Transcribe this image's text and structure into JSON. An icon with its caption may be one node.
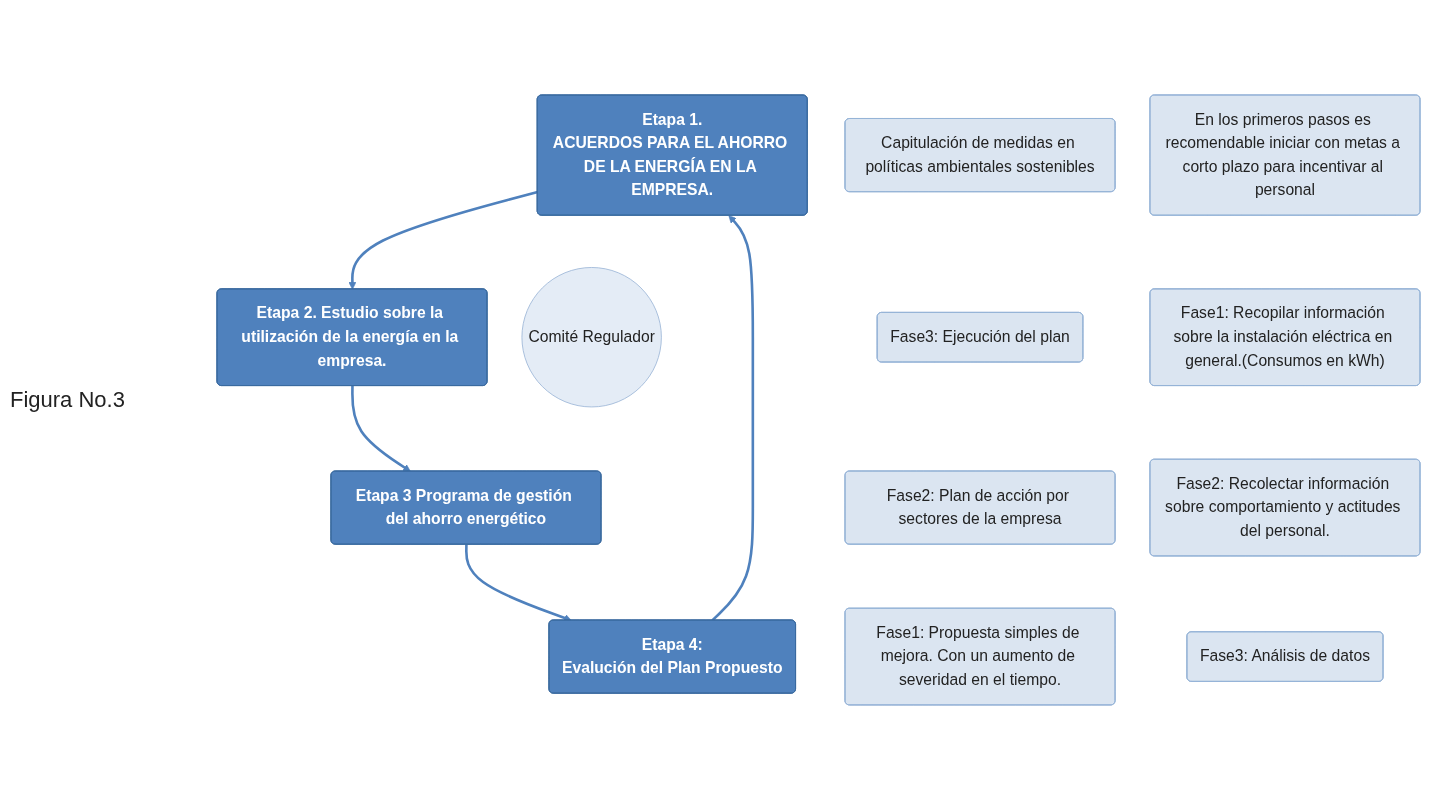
{
  "diagram": {
    "nodes": [
      {
        "text": [
          "Etapa 1.",
          "ACUERDOS PARA EL AHORRO DE LA ENERGÍA EN LA EMPRESA."
        ]
      },
      {
        "text": [
          "Etapa 2. Estudio sobre la utilización de la energía en la empresa."
        ]
      },
      {
        "text": [
          "Etapa 3 Programa de gestión del ahorro energético"
        ]
      },
      {
        "text": [
          "Etapa 4:",
          "Evalución del Plan Propuesto"
        ]
      },
      {
        "text": [
          "Comité Regulador"
        ]
      },
      {
        "text": [
          "Capitulación de medidas en políticas ambientales sostenibles"
        ]
      },
      {
        "text": [
          "En los primeros pasos es recomendable iniciar con metas a corto plazo para incentivar al personal"
        ]
      },
      {
        "text": [
          "Fase1: Recopilar información sobre la instalación eléctrica en general.(Consumos en kWh)"
        ]
      },
      {
        "text": [
          "Fase2: Recolectar información sobre comportamiento y actitudes del personal."
        ]
      },
      {
        "text": [
          "Fase3: Análisis de datos"
        ]
      },
      {
        "text": [
          "Fase1: Propuesta simples de mejora. Con un aumento de severidad en el tiempo."
        ]
      },
      {
        "text": [
          "Fase2: Plan de acción por sectores de la empresa"
        ]
      },
      {
        "text": [
          "Fase3: Ejecución del plan"
        ]
      }
    ],
    "edges": [
      {
        "from": 0,
        "to": 1,
        "arrow": "to"
      },
      {
        "from": 1,
        "to": 2,
        "arrow": "to"
      },
      {
        "from": 2,
        "to": 3,
        "arrow": "to"
      },
      {
        "from": 3,
        "to": 0,
        "arrow": "to"
      }
    ],
    "labels": [
      "Figura No.3"
    ]
  }
}
